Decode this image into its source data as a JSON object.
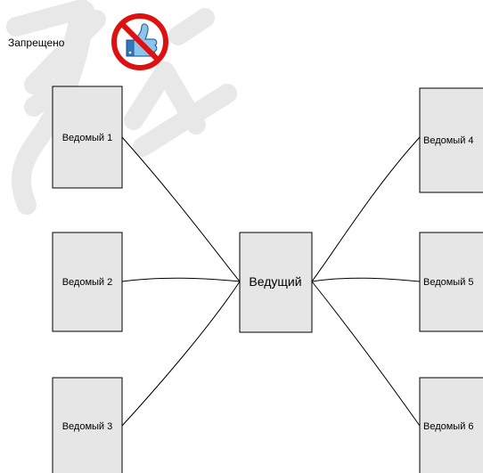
{
  "caption": "Запрещено",
  "master": {
    "label": "Ведущий"
  },
  "slaves": [
    {
      "label": "Ведомый 1"
    },
    {
      "label": "Ведомый 2"
    },
    {
      "label": "Ведомый 3"
    },
    {
      "label": "Ведомый 4"
    },
    {
      "label": "Ведомый 5"
    },
    {
      "label": "Ведомый 6"
    }
  ],
  "icons": {
    "prohibited": "prohibited-thumbs-up-icon"
  },
  "colors": {
    "node_fill": "#e6e6e6",
    "watermark": "#e8e8e8",
    "prohibition_red": "#dd1111",
    "thumb_blue": "#66aadd"
  }
}
